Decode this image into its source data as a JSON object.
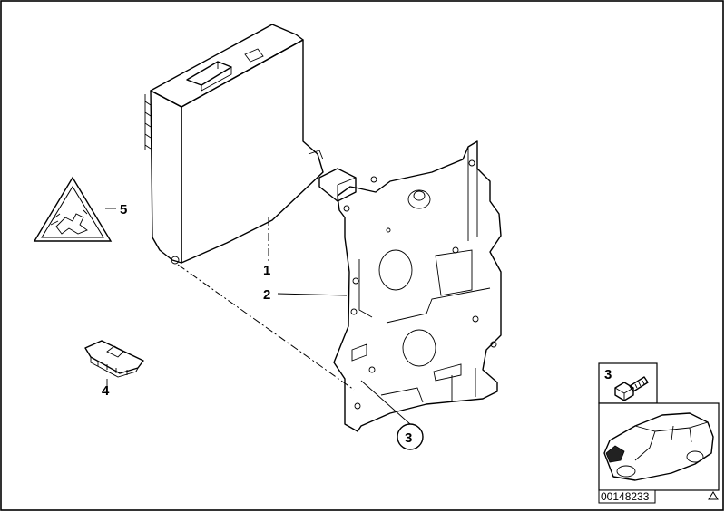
{
  "callouts": {
    "c1": "1",
    "c2": "2",
    "c3_circled": "3",
    "c4": "4",
    "c5": "5",
    "inset_label": "3"
  },
  "part_number": "00148233",
  "icons": {
    "warning": "triangle-warning-icon",
    "corner_mark": "triangle-small-icon"
  }
}
